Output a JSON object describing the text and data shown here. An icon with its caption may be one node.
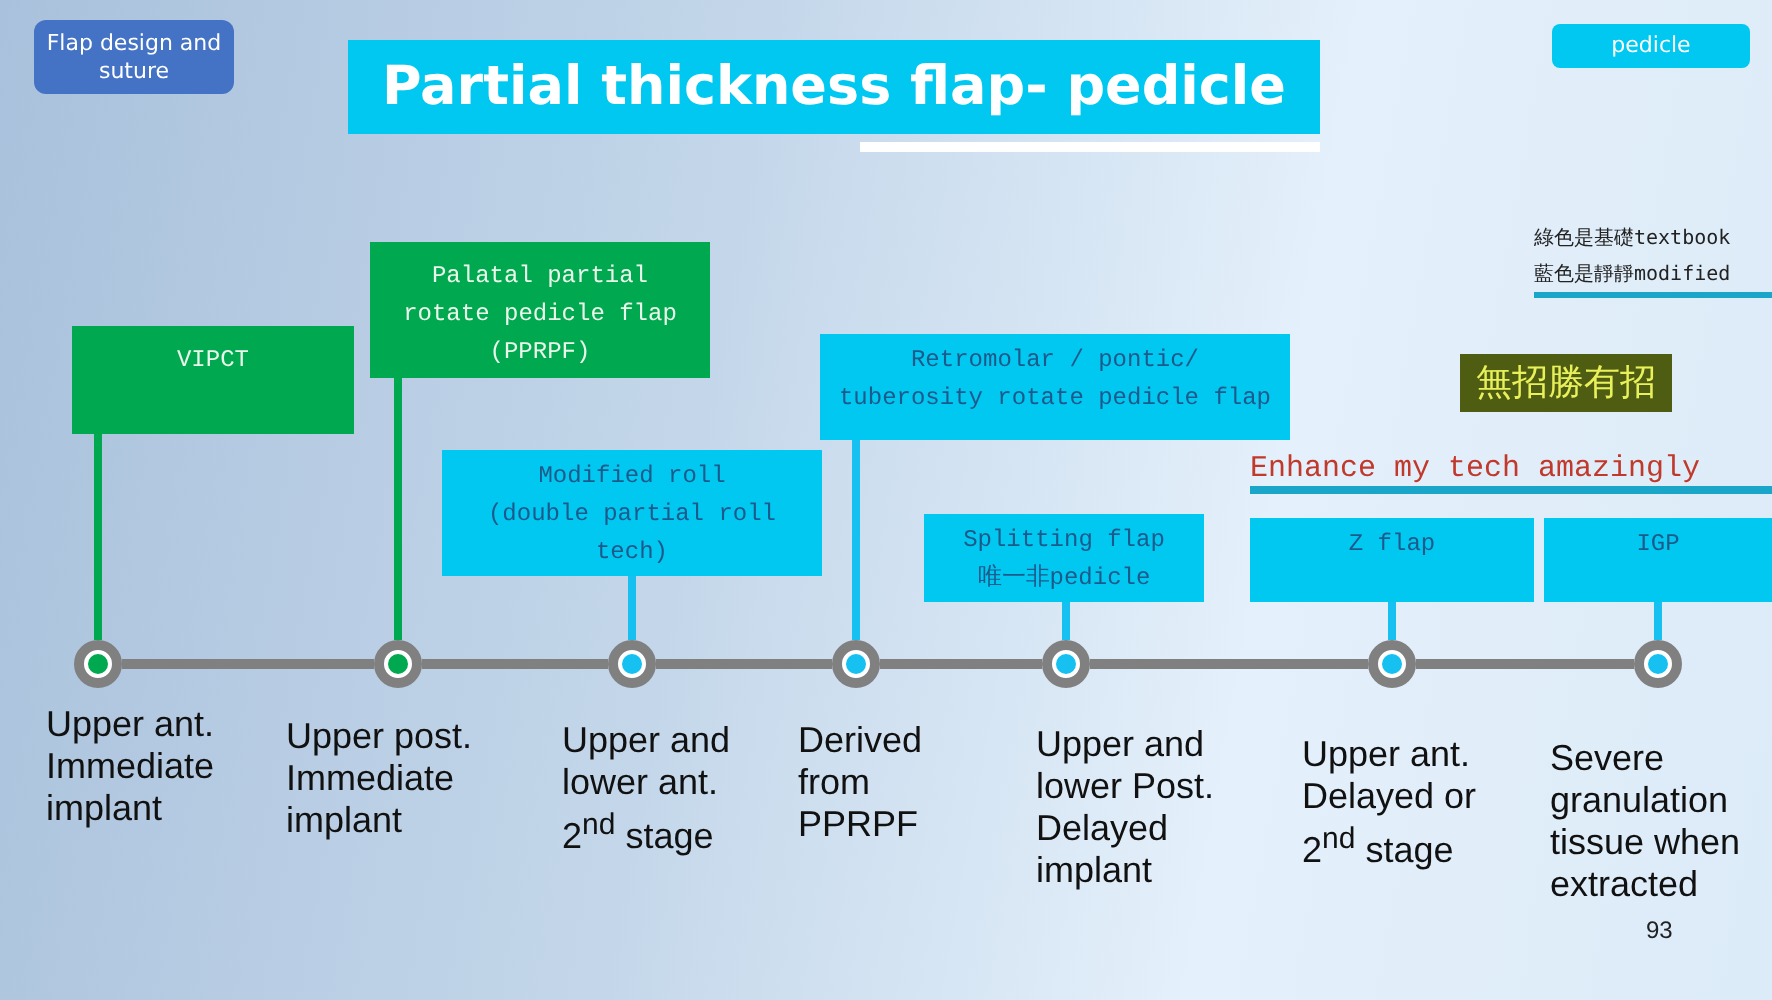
{
  "diagram": {
    "title": "Partial thickness flap- pedicle",
    "nodes": [
      {
        "text": [
          "Flap design and suture"
        ]
      },
      {
        "text": [
          "pedicle"
        ]
      },
      {
        "text": [
          "Palatal partial rotate pedicle flap (PPRPF)"
        ]
      },
      {
        "text": [
          "VIPCT"
        ]
      },
      {
        "text": [
          "Retromolar / pontic/ tuberosity rotate pedicle flap"
        ]
      },
      {
        "text": [
          "無招勝有招"
        ]
      },
      {
        "text": [
          "Modified roll (double partial roll tech)"
        ]
      },
      {
        "text": [
          "Splitting flap 唯一非pedicle"
        ]
      },
      {
        "text": [
          "Z flap"
        ]
      },
      {
        "text": [
          "IGP"
        ]
      },
      {
        "text": [],
        "shape": "circle",
        "beside": [
          "Upper ant. Immediate implant"
        ]
      },
      {
        "text": [],
        "shape": "circle",
        "beside": [
          "Upper post. Immediate implant"
        ]
      },
      {
        "text": [],
        "shape": "circle",
        "beside": [
          "Upper and lower ant. 2$^{nd}$ stage"
        ]
      },
      {
        "text": [],
        "shape": "circle",
        "beside": [
          "Derived from PPRPF"
        ]
      },
      {
        "text": [],
        "shape": "circle",
        "beside": [
          "Upper and lower Post. Delayed implant"
        ]
      },
      {
        "text": [],
        "shape": "circle",
        "beside": [
          "Upper ant. Delayed or 2$^{nd}$ stage"
        ]
      },
      {
        "text": [],
        "shape": "circle",
        "beside": [
          "Severe granulation tissue when extracted"
        ]
      }
    ],
    "edges": [
      {
        "from": 3,
        "to": 10,
        "arrow": "none",
        "color": "#00a850"
      },
      {
        "from": 2,
        "to": 11,
        "arrow": "none",
        "color": "#00a850"
      },
      {
        "from": 6,
        "to": 12,
        "arrow": "none",
        "color": "#16c0f0"
      },
      {
        "from": 4,
        "to": 13,
        "arrow": "none",
        "color": "#16c0f0"
      },
      {
        "from": 7,
        "to": 14,
        "arrow": "none",
        "color": "#16c0f0"
      },
      {
        "from": 8,
        "to": 15,
        "arrow": "none",
        "color": "#16c0f0"
      },
      {
        "from": 9,
        "to": 16,
        "arrow": "none",
        "color": "#16c0f0"
      },
      {
        "from": 10,
        "to": 11,
        "arrow": "none",
        "color": "#808080"
      },
      {
        "from": 11,
        "to": 12,
        "arrow": "none",
        "color": "#808080"
      },
      {
        "from": 12,
        "to": 13,
        "arrow": "none",
        "color": "#808080"
      },
      {
        "from": 13,
        "to": 14,
        "arrow": "none",
        "color": "#808080"
      },
      {
        "from": 14,
        "to": 15,
        "arrow": "none",
        "color": "#808080"
      },
      {
        "from": 15,
        "to": 16,
        "arrow": "none",
        "color": "#808080"
      }
    ],
    "labels": [
      "綠色是基礎textbook",
      "藍色是靜靜modified",
      "Enhance my tech amazingly",
      "93"
    ]
  }
}
